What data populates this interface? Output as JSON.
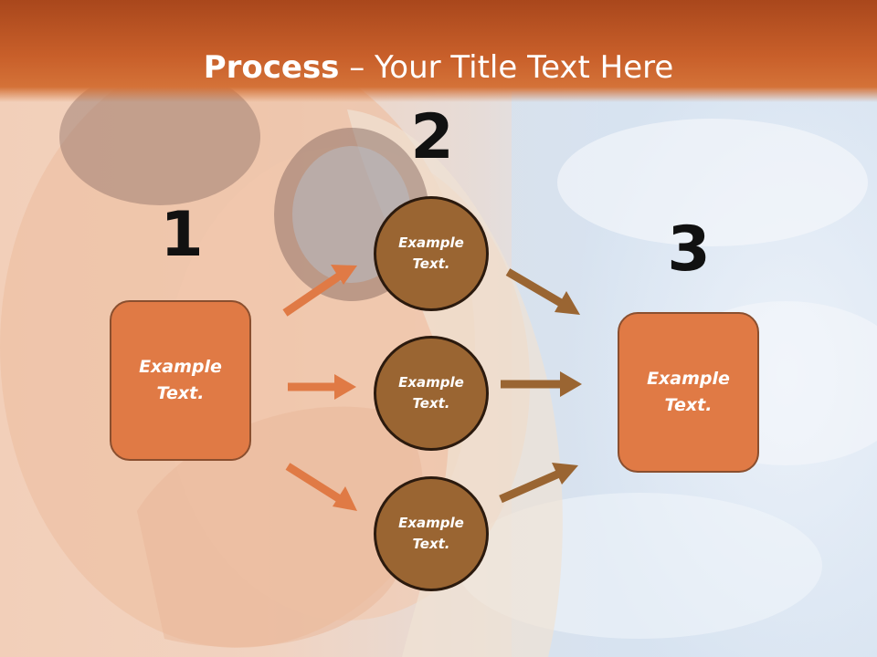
{
  "title": {
    "bold": "Process",
    "rest": " – Your Title Text Here"
  },
  "steps": {
    "step1": {
      "number": "1",
      "label": "Example\nText."
    },
    "step2": {
      "number": "2",
      "top": "Example\nText.",
      "middle": "Example\nText.",
      "bottom": "Example\nText."
    },
    "step3": {
      "number": "3",
      "label": "Example\nText."
    }
  },
  "colors": {
    "title_band": "#c85f2a",
    "box_fill": "#e07a45",
    "circle_fill": "#9a6532",
    "arrow_left": "#e07a45",
    "arrow_right": "#9a6532"
  }
}
